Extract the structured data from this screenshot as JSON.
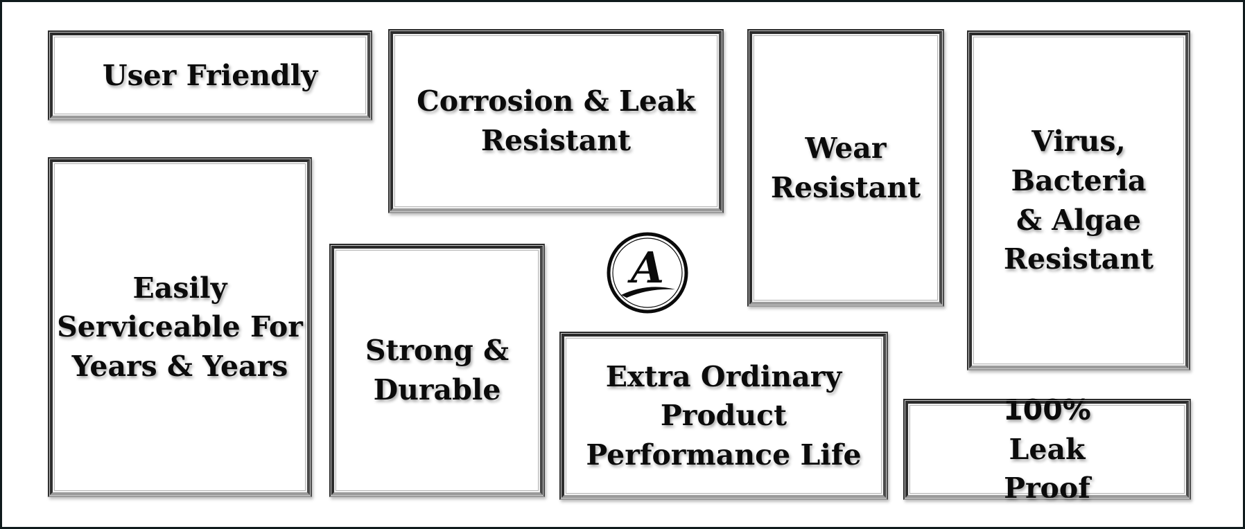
{
  "features": [
    {
      "id": "user-friendly",
      "label": "User Friendly"
    },
    {
      "id": "corrosion-leak",
      "label": "Corrosion & Leak\nResistant"
    },
    {
      "id": "wear",
      "label": "Wear\nResistant"
    },
    {
      "id": "virus",
      "label": "Virus,\nBacteria\n& Algae\nResistant"
    },
    {
      "id": "easily-serviceable",
      "label": "Easily\nServiceable For\nYears & Years"
    },
    {
      "id": "strong-durable",
      "label": "Strong &\nDurable"
    },
    {
      "id": "extra-ordinary",
      "label": "Extra Ordinary\nProduct\nPerformance Life"
    },
    {
      "id": "leak-proof",
      "label": "100%\nLeak Proof"
    }
  ],
  "logo": {
    "icon": "letter-a-emblem-icon",
    "letter": "A"
  },
  "colors": {
    "frame": "#3a3a3a",
    "text": "#0b0b0b",
    "background": "#ffffff"
  }
}
